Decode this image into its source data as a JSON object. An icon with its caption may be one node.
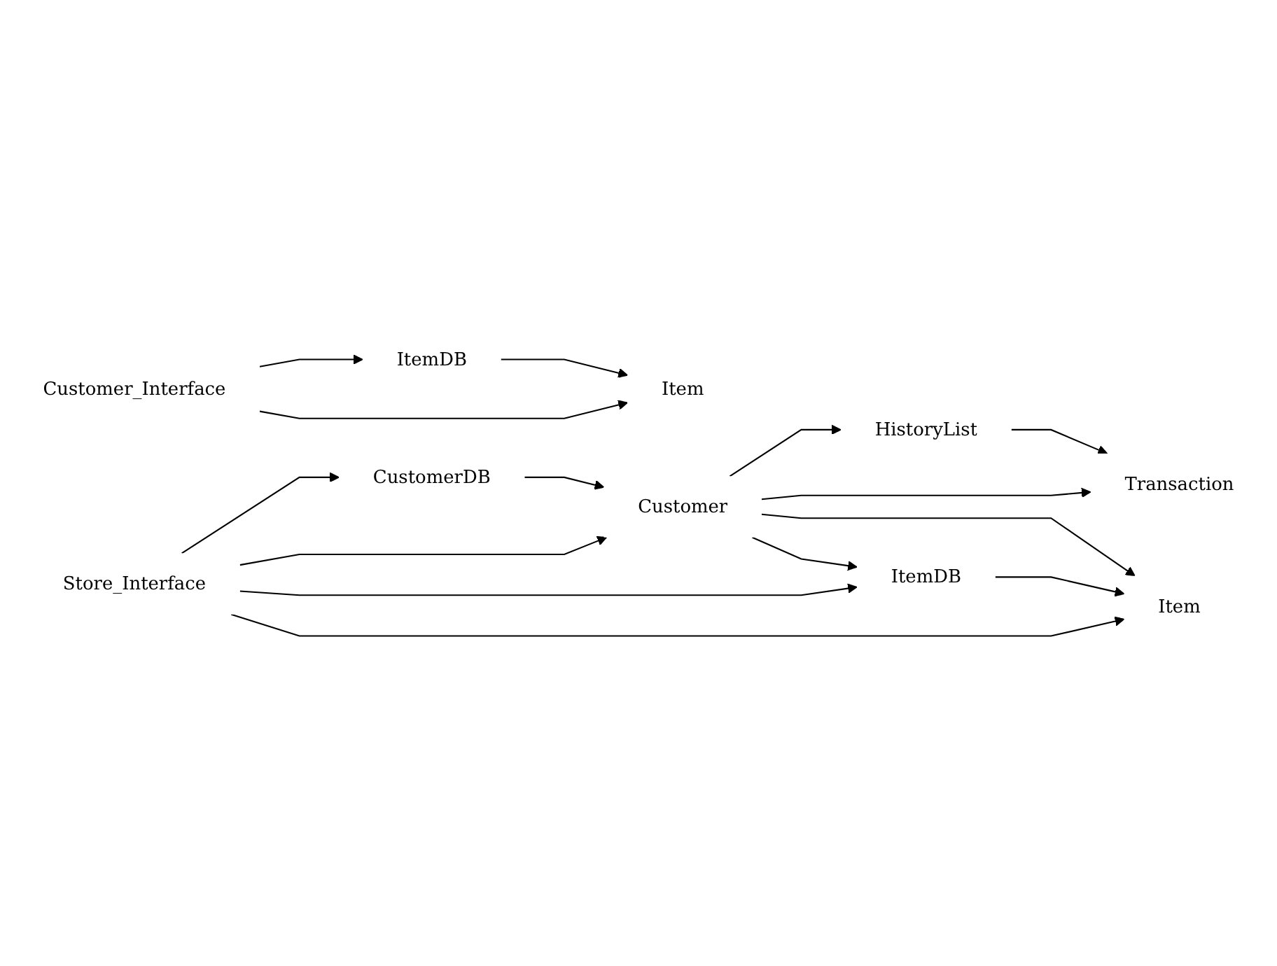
{
  "diagram": {
    "nodes": [
      {
        "text": [
          "Customer_Interface"
        ]
      },
      {
        "text": [
          "Item"
        ]
      },
      {
        "text": [
          "ItemDB"
        ]
      },
      {
        "text": [
          "Customer"
        ]
      },
      {
        "text": [
          "HistoryList"
        ]
      },
      {
        "text": [
          "Transaction"
        ]
      },
      {
        "text": [
          "CustomerDB"
        ]
      },
      {
        "text": [
          "Store_Interface"
        ]
      },
      {
        "text": [
          "Item"
        ]
      },
      {
        "text": [
          "ItemDB"
        ]
      }
    ],
    "edges": [
      {
        "from": 0,
        "to": 1,
        "arrow": "to"
      },
      {
        "from": 0,
        "to": 2,
        "arrow": "to"
      },
      {
        "from": 2,
        "to": 1,
        "arrow": "to"
      },
      {
        "from": 3,
        "to": 4,
        "arrow": "to"
      },
      {
        "from": 3,
        "to": 5,
        "arrow": "to"
      },
      {
        "from": 4,
        "to": 5,
        "arrow": "to"
      },
      {
        "from": 7,
        "to": 3,
        "arrow": "to"
      },
      {
        "from": 7,
        "to": 6,
        "arrow": "to"
      },
      {
        "from": 6,
        "to": 3,
        "arrow": "to"
      },
      {
        "from": 7,
        "to": 8,
        "arrow": "to"
      },
      {
        "from": 7,
        "to": 9,
        "arrow": "to"
      },
      {
        "from": 9,
        "to": 8,
        "arrow": "to"
      },
      {
        "from": 3,
        "to": 8,
        "arrow": "to"
      },
      {
        "from": 3,
        "to": 9,
        "arrow": "to"
      }
    ]
  }
}
